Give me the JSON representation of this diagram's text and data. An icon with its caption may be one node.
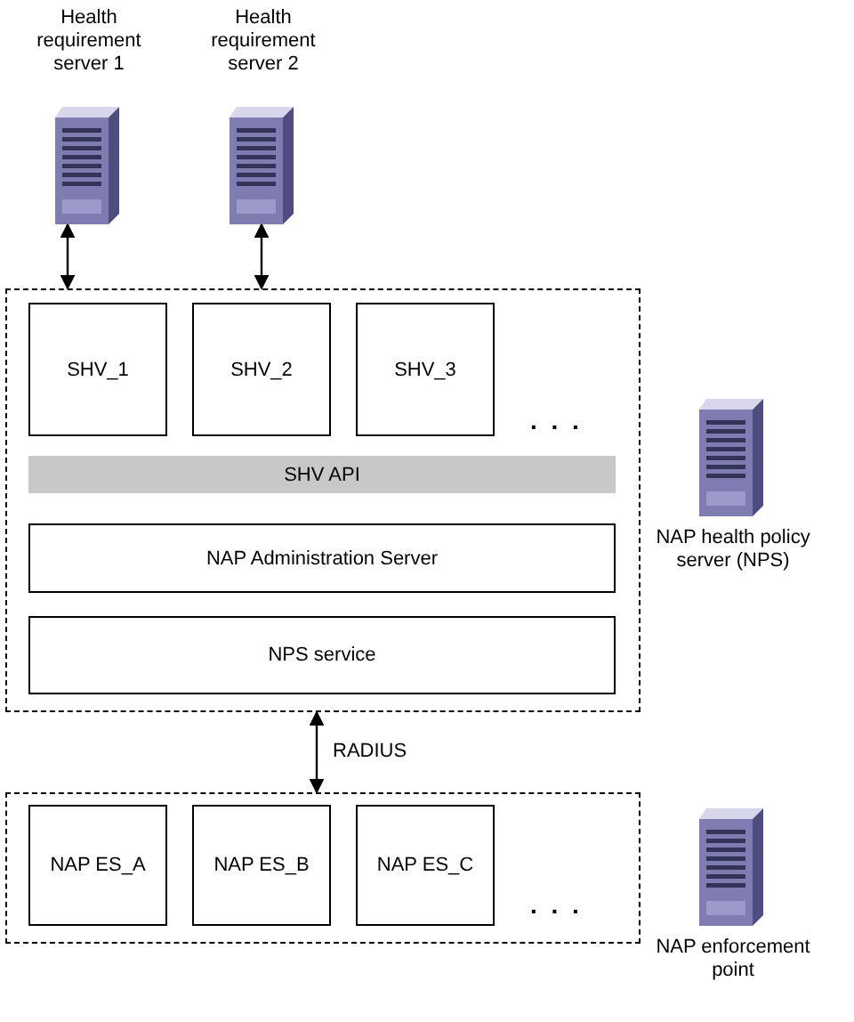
{
  "diagram": {
    "nodes": [
      {
        "text": [
          "Health requirement server 1"
        ]
      },
      {
        "text": [
          "Health requirement server 2"
        ]
      },
      {
        "text": [],
        "shape": "box"
      },
      {
        "text": [
          "SHV_1"
        ],
        "in": 2
      },
      {
        "text": [
          "SHV_2"
        ],
        "in": 2
      },
      {
        "text": [
          "SHV_3"
        ],
        "in": 2
      },
      {
        "text": [
          "SHV API"
        ],
        "in": 2
      },
      {
        "text": [
          "NAP Administration Server"
        ],
        "in": 2
      },
      {
        "text": [
          "NPS service"
        ],
        "in": 2
      },
      {
        "text": [
          "NAP health policy server (NPS)"
        ]
      },
      {
        "text": [],
        "shape": "box"
      },
      {
        "text": [
          "NAP ES_A"
        ],
        "in": 10
      },
      {
        "text": [
          "NAP ES_B"
        ],
        "in": 10
      },
      {
        "text": [
          "NAP ES_C"
        ],
        "in": 10
      },
      {
        "text": [
          "NAP enforcement point"
        ]
      }
    ],
    "edges": [
      {
        "from": 0,
        "to": 2,
        "arrow": "both"
      },
      {
        "from": 1,
        "to": 2,
        "arrow": "both"
      },
      {
        "from": 2,
        "to": 10,
        "arrow": "both",
        "label": "RADIUS"
      }
    ],
    "labels": [
      ". . .",
      ". . ."
    ]
  }
}
